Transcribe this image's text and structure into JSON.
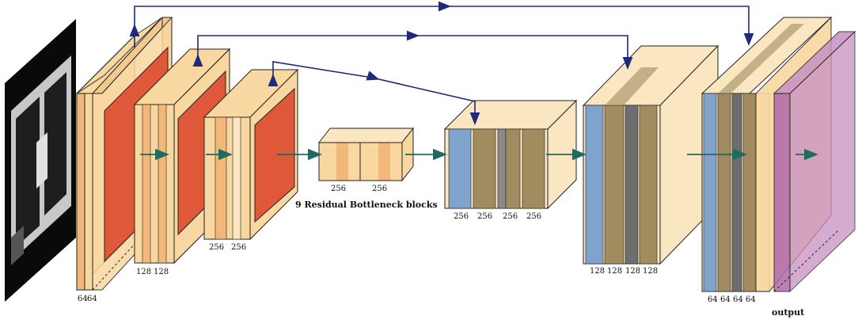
{
  "colors": {
    "encoder": "#f8d8a0",
    "encoder_stripe": "#f2b87a",
    "conv_red": "#e0583a",
    "decoder_blue": "#7fa3cc",
    "decoder_olive": "#a08c5e",
    "decoder_dark": "#6e6e6e",
    "output": "#c890c4",
    "skip_arrow": "#1f2a7a",
    "flow_arrow": "#1f6b5e"
  },
  "encoder": {
    "block1": {
      "labels": [
        "64",
        "64"
      ]
    },
    "block2": {
      "labels": [
        "128",
        "128"
      ]
    },
    "block3": {
      "labels": [
        "256",
        "256"
      ]
    }
  },
  "bottleneck": {
    "labels": [
      "256",
      "256"
    ],
    "caption": "9 Residual Bottleneck blocks"
  },
  "decoder": {
    "block1": {
      "labels": [
        "256",
        "256",
        "256",
        "256"
      ]
    },
    "block2": {
      "labels": [
        "128",
        "128",
        "128",
        "128"
      ]
    },
    "block3": {
      "labels": [
        "64",
        "64",
        "64",
        "64"
      ]
    }
  },
  "output_label": "output",
  "input_image": {
    "icon": "ct-scan-image"
  }
}
